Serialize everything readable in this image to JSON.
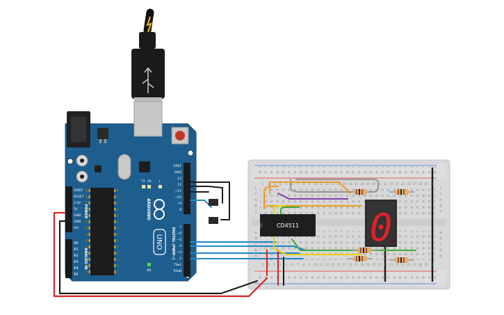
{
  "arduino": {
    "logo_text": "ARDUINO",
    "model": "UNO",
    "left_header": {
      "power_label": "POWER",
      "power_pins": [
        "IOREF",
        "RESET",
        "3.3V",
        "5V",
        "GND",
        "GND",
        "Vin"
      ],
      "analog_label": "ANALOG IN",
      "analog_pins": [
        "A0",
        "A1",
        "A2",
        "A3",
        "A4",
        "A5"
      ]
    },
    "right_header": {
      "top_pins": [
        "AREF",
        "GND",
        "13",
        "12",
        "~11",
        "~10",
        "~9",
        "8"
      ],
      "digital_label": "DIGITAL (PWM~)",
      "bottom_pins": [
        "7",
        "~6",
        "~5",
        "4",
        "~3",
        "2",
        "TX▸1",
        "RX◂0"
      ]
    },
    "led_labels": [
      "L",
      "TX",
      "RX",
      "ON"
    ]
  },
  "ic": {
    "label": "CD4511"
  },
  "display": {
    "digit": "0",
    "color": "#e0202a"
  },
  "breadboard": {
    "row_letters_top": [
      "j",
      "i",
      "h",
      "g",
      "f"
    ],
    "row_letters_bottom": [
      "e",
      "d",
      "c",
      "b",
      "a"
    ],
    "column_numbers": [
      "1",
      "2",
      "3",
      "4",
      "5",
      "6",
      "7",
      "8",
      "9",
      "10",
      "11",
      "12",
      "13",
      "14",
      "15",
      "16",
      "17",
      "18",
      "19",
      "20",
      "21",
      "22",
      "23",
      "24",
      "25",
      "26",
      "27",
      "28",
      "29",
      "30"
    ]
  },
  "colors": {
    "board_blue": "#1d5e8e",
    "wire_blue": "#1e88c8",
    "wire_red": "#d42424",
    "wire_black": "#1a1a1a",
    "wire_orange": "#f39a1c",
    "wire_purple": "#7b3fb0",
    "wire_yellow": "#f0d000",
    "wire_green": "#3cab3c",
    "wire_gray": "#9a9a9a"
  }
}
